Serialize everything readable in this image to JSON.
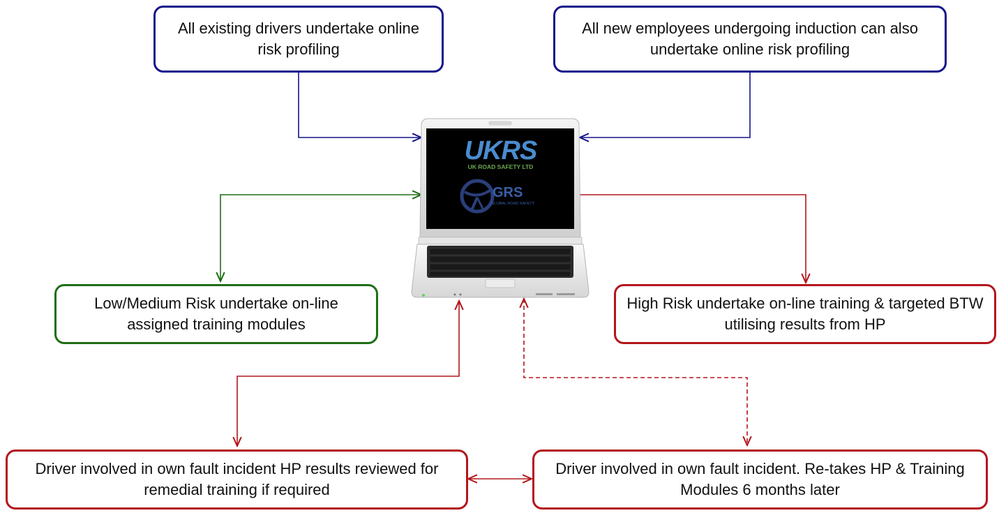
{
  "boxes": {
    "existing_drivers": "All existing drivers undertake online risk profiling",
    "new_employees": "All new employees undergoing induction can also undertake online risk profiling",
    "low_medium_risk": "Low/Medium Risk undertake on-line assigned training modules",
    "high_risk": "High Risk undertake on-line training & targeted BTW utilising results from HP",
    "incident_reviewed": "Driver involved in own fault incident  HP results reviewed for remedial training if required",
    "incident_retakes": "Driver involved in own fault incident.  Re-takes HP & Training Modules 6 months later"
  },
  "laptop": {
    "logo_main": "UKRS",
    "logo_main_sub": "UK ROAD SAFETY LTD",
    "logo_secondary": "GRS",
    "logo_secondary_sub": "GLOBAL ROAD SAFETY"
  },
  "colors": {
    "blue": "#14148a",
    "green": "#1e6e14",
    "red": "#b3161c"
  }
}
